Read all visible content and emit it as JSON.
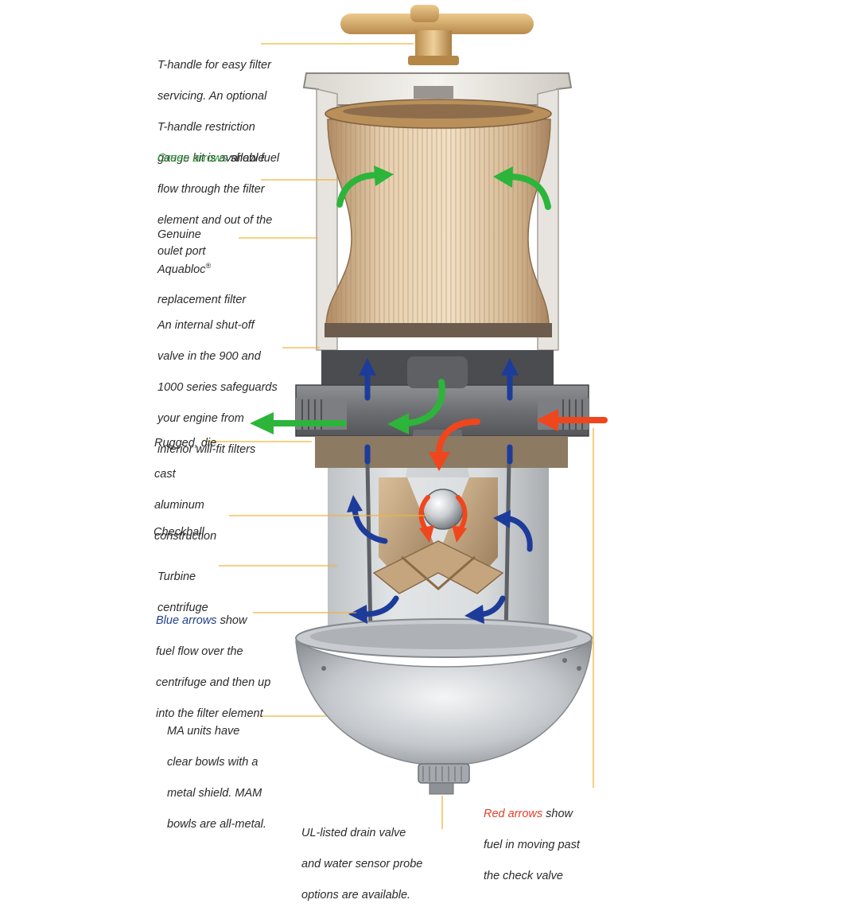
{
  "callouts": {
    "t_handle": [
      "T-handle for easy filter",
      "servicing. An optional",
      "T-handle restriction",
      "gauge kit is available"
    ],
    "green_arrows": {
      "highlight": "Green arrows",
      "rest_first_line": " show fuel",
      "lines": [
        "flow through the filter",
        "element and out of the",
        "oulet port"
      ]
    },
    "aquabloc": {
      "line1": "Genuine",
      "line2": "Aquabloc",
      "line2_mark": "®",
      "line3": "replacement filter"
    },
    "shutoff": [
      "An internal shut-off",
      "valve in the 900 and",
      "1000 series safeguards",
      "your engine from",
      "inferior will-fit filters"
    ],
    "die_cast": [
      "Rugged, die",
      "cast",
      "aluminum",
      "construction"
    ],
    "checkball": [
      "Checkball"
    ],
    "turbine": [
      "Turbine",
      "centrifuge"
    ],
    "blue_arrows": {
      "highlight": "Blue arrows",
      "rest_first_line": " show",
      "lines": [
        "fuel flow over the",
        "centrifuge and then up",
        "into the filter element"
      ]
    },
    "bowls": [
      "MA units have",
      "clear bowls with a",
      "metal shield. MAM",
      "bowls are all-metal."
    ],
    "drain": [
      "UL-listed drain valve",
      "and water sensor probe",
      "options are available."
    ],
    "red_arrows": {
      "highlight": "Red arrows",
      "rest_first_line": " show",
      "lines": [
        "fuel in moving past",
        "the check valve"
      ]
    }
  },
  "colors": {
    "leader_line": "#f0b43a",
    "green_arrow": "#2cb53a",
    "blue_arrow": "#1d3c9a",
    "red_arrow": "#f0461e"
  }
}
